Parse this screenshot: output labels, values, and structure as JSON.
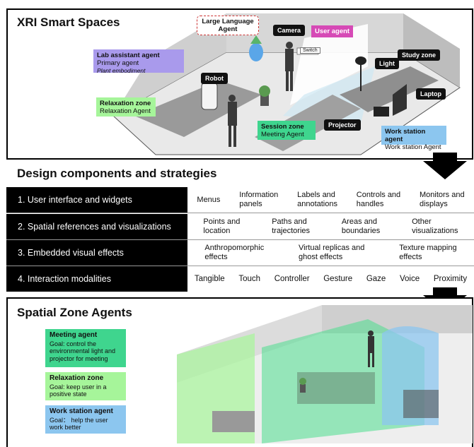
{
  "top": {
    "title": "XRI Smart Spaces",
    "labels": {
      "llm_agent": "Large Language\nAgent",
      "camera": "Camera",
      "user_agent": "User agent",
      "switch": "Switch",
      "lab_title": "Lab assistant agent",
      "lab_primary": "Primary agent",
      "lab_embodiment": "Plant embodiment",
      "robot": "Robot",
      "light": "Light",
      "study_zone": "Study zone",
      "laptop": "Laptop",
      "relax_title": "Relaxation zone",
      "relax_sub": "Relaxation Agent",
      "session_title": "Session zone",
      "session_sub": "Meeting Agent",
      "projector": "Projector",
      "work_title": "Work station agent",
      "work_sub": "Work station Agent"
    }
  },
  "design": {
    "title": "Design components and strategies",
    "rows": [
      {
        "label": "1. User interface and widgets",
        "items": [
          "Menus",
          "Information\npanels",
          "Labels and\nannotations",
          "Controls and\nhandles",
          "Monitors and\ndisplays"
        ]
      },
      {
        "label": "2. Spatial references and visualizations",
        "items": [
          "Points and\nlocation",
          "Paths and\ntrajectories",
          "Areas and\nboundaries",
          "Other\nvisualizations"
        ]
      },
      {
        "label": "3. Embedded visual effects",
        "items": [
          "Anthropomorphic\neffects",
          "Virtual replicas and\nghost effects",
          "Texture mapping\neffects"
        ]
      },
      {
        "label": "4. Interaction modalities",
        "items": [
          "Tangible",
          "Touch",
          "Controller",
          "Gesture",
          "Gaze",
          "Voice",
          "Proximity"
        ]
      }
    ]
  },
  "zones": {
    "title": "Spatial Zone Agents",
    "cards": [
      {
        "title": "Meeting agent",
        "body": "Goal: control the environmental light and projector for meeting",
        "color": "#3fd58e"
      },
      {
        "title": "Relaxation zone",
        "body": "Goal: keep user in a positive state",
        "color": "#a6f59a"
      },
      {
        "title": "Work station agent",
        "body": "Goal： help the user work better",
        "color": "#8cc6ef"
      }
    ]
  }
}
